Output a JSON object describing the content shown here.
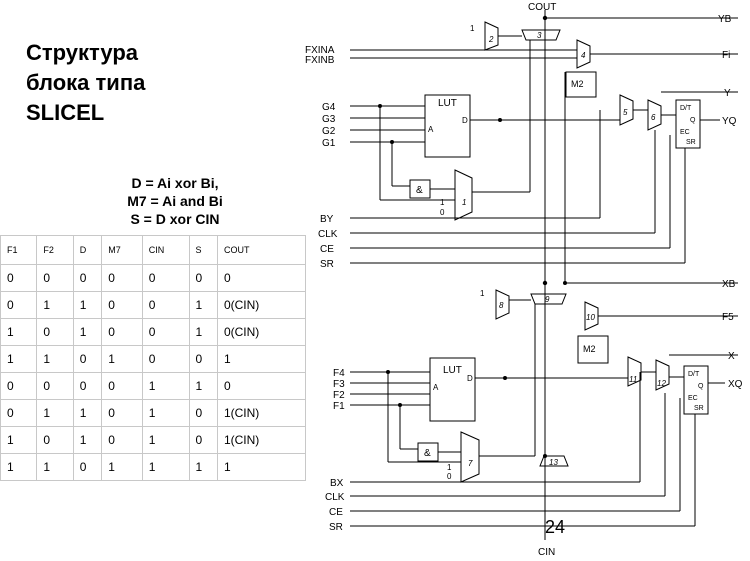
{
  "slide": {
    "title_lines": [
      "Структура",
      "блока типа",
      "SLICEL"
    ],
    "formulas": [
      "D = Ai xor Bi,",
      "M7 = Ai and Bi",
      "S = D xor CIN"
    ],
    "page_number": "24"
  },
  "truth_table": {
    "headers": [
      "F1",
      "F2",
      "D",
      "M7",
      "CIN",
      "S",
      "COUT"
    ],
    "rows": [
      [
        "0",
        "0",
        "0",
        "0",
        "0",
        "0",
        "0"
      ],
      [
        "0",
        "1",
        "1",
        "0",
        "0",
        "1",
        "0(CIN)"
      ],
      [
        "1",
        "0",
        "1",
        "0",
        "0",
        "1",
        "0(CIN)"
      ],
      [
        "1",
        "1",
        "0",
        "1",
        "0",
        "0",
        "1"
      ],
      [
        "0",
        "0",
        "0",
        "0",
        "1",
        "1",
        "0"
      ],
      [
        "0",
        "1",
        "1",
        "0",
        "1",
        "0",
        "1(CIN)"
      ],
      [
        "1",
        "0",
        "1",
        "0",
        "1",
        "0",
        "1(CIN)"
      ],
      [
        "1",
        "1",
        "0",
        "1",
        "1",
        "1",
        "1"
      ]
    ]
  },
  "diagram": {
    "top_signal": "COUT",
    "bottom_signal": "CIN",
    "upper_inputs": [
      "FXINA",
      "FXINB",
      "G4",
      "G3",
      "G2",
      "G1",
      "BY",
      "CLK",
      "CE",
      "SR"
    ],
    "lower_inputs": [
      "F4",
      "F3",
      "F2",
      "F1",
      "BX",
      "CLK",
      "CE",
      "SR"
    ],
    "outputs": [
      "YB",
      "Fi",
      "Y",
      "YQ",
      "XB",
      "F5",
      "X",
      "XQ"
    ],
    "blocks": {
      "lut": "LUT",
      "lut_in": "A",
      "lut_out": "D",
      "m2": "M2",
      "and_gate": "&",
      "ff_dt": "D/T",
      "ff_q": "Q",
      "ff_ec": "EC",
      "ff_sr": "SR"
    },
    "mux_numbers": [
      "1",
      "2",
      "3",
      "4",
      "5",
      "6",
      "7",
      "8",
      "9",
      "10",
      "11",
      "12",
      "13"
    ],
    "const_labels": [
      "1",
      "0"
    ]
  }
}
